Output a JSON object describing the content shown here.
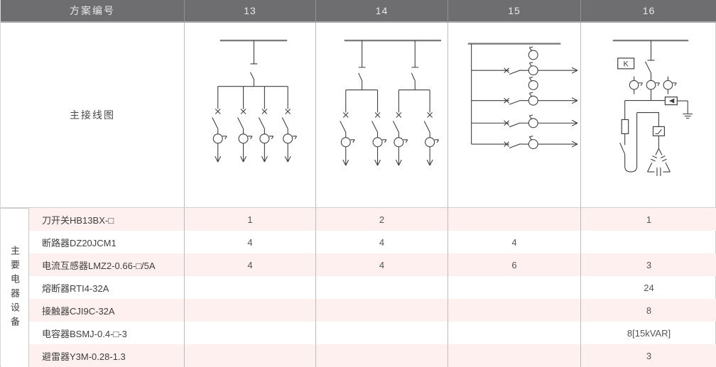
{
  "header": {
    "scheme_label": "方案编号",
    "schemes": [
      "13",
      "14",
      "15",
      "16"
    ]
  },
  "diagram_row": {
    "label": "主接线图",
    "k_label": "K",
    "diagrams": [
      {
        "scheme": "13",
        "description": "单路母线经一只刀开关引下，分4路出线，每路含断路器触点、开关与电流互感器，箭头向下"
      },
      {
        "scheme": "14",
        "description": "母线经两只刀开关引下，各分2路出线，每路含断路器触点、开关与电流互感器，箭头向下"
      },
      {
        "scheme": "15",
        "description": "垂直干线分4路水平出线，每路含断路器触点、开关与电流互感器，前两路各附加一只互感器，箭头向右"
      },
      {
        "scheme": "16",
        "description": "电容补偿回路：刀开关与K继电器、三只电流互感器、避雷器接地、熔断器、接触器及三角形接线电容器组"
      }
    ]
  },
  "equipment": {
    "group_label": "主要电器设备",
    "rows": [
      {
        "name": "刀开关HB13BX-□",
        "values": [
          "1",
          "2",
          "",
          "1"
        ]
      },
      {
        "name": "断路器DZ20JCM1",
        "values": [
          "4",
          "4",
          "4",
          ""
        ]
      },
      {
        "name": "电流互感器LMZ2-0.66-□/5A",
        "values": [
          "4",
          "4",
          "6",
          "3"
        ]
      },
      {
        "name": "熔断器RTI4-32A",
        "values": [
          "",
          "",
          "",
          "24"
        ]
      },
      {
        "name": "接触器CJI9C-32A",
        "values": [
          "",
          "",
          "",
          "8"
        ]
      },
      {
        "name": "电容器BSMJ-0.4-□-3",
        "values": [
          "",
          "",
          "",
          "8[15kVAR]"
        ]
      },
      {
        "name": "避雷器Y3M-0.28-1.3",
        "values": [
          "",
          "",
          "",
          "3"
        ]
      }
    ]
  },
  "colors": {
    "header_bg": "#6e6e71",
    "header_text": "#e8e8e8",
    "row_pink": "#fdf0ee",
    "grid_line": "#bcbcbc",
    "diagram_line": "#3f3f3f"
  }
}
